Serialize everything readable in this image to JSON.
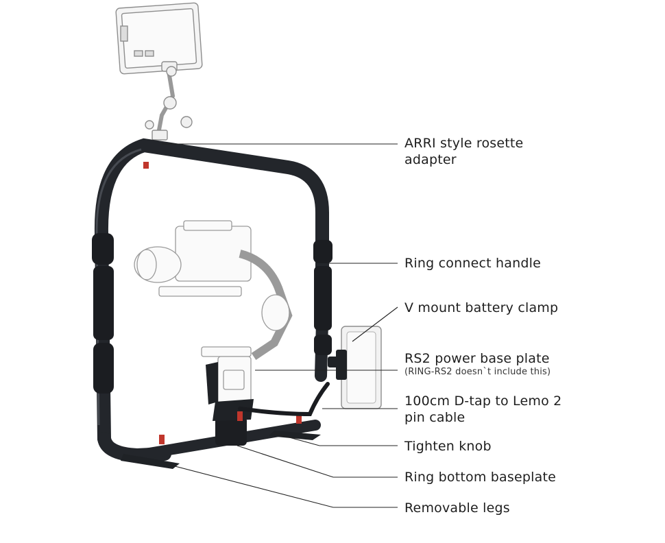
{
  "diagram": {
    "title": "Ring gimbal handle with RS2 accessories",
    "callouts": [
      {
        "id": "rosette",
        "lines": [
          "ARRI style rosette",
          "adapter"
        ]
      },
      {
        "id": "handle",
        "lines": [
          "Ring connect handle"
        ]
      },
      {
        "id": "vmount",
        "lines": [
          "V mount battery clamp"
        ]
      },
      {
        "id": "baseplate",
        "lines": [
          "RS2 power base plate"
        ],
        "note": "(RING-RS2 doesn`t include this)"
      },
      {
        "id": "dtap",
        "lines": [
          "100cm D-tap to Lemo 2",
          "pin cable"
        ]
      },
      {
        "id": "knob",
        "lines": [
          "Tighten knob"
        ]
      },
      {
        "id": "bottom",
        "lines": [
          "Ring bottom baseplate"
        ]
      },
      {
        "id": "legs",
        "lines": [
          "Removable legs"
        ]
      }
    ],
    "colors": {
      "frame": "#23262b",
      "accent": "#c0362c",
      "sketch": "#9a9a9a",
      "leader": "#222222",
      "text": "#1e1e1e"
    }
  }
}
